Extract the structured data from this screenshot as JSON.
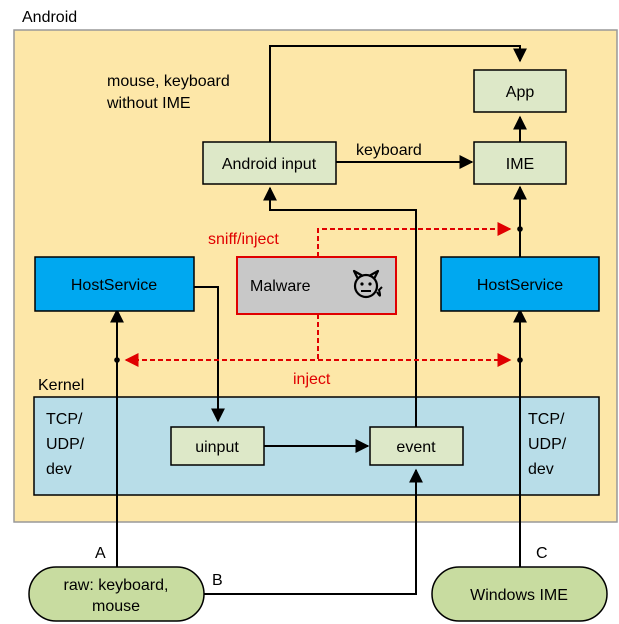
{
  "android": {
    "title": "Android"
  },
  "kernel": {
    "title": "Kernel",
    "left_stack": [
      "TCP/",
      "UDP/",
      "dev"
    ],
    "right_stack": [
      "TCP/",
      "UDP/",
      "dev"
    ]
  },
  "nodes": {
    "app": "App",
    "ime": "IME",
    "android_input": "Android input",
    "host_service_left": "HostService",
    "host_service_right": "HostService",
    "malware": "Malware",
    "uinput": "uinput",
    "event": "event",
    "raw_input": [
      "raw: keyboard,",
      "mouse"
    ],
    "windows_ime": "Windows IME"
  },
  "edge_labels": {
    "mouse_kbd": [
      "mouse, keyboard",
      "without IME"
    ],
    "keyboard": "keyboard",
    "sniff": "sniff/inject",
    "inject": "inject",
    "path_a": "A",
    "path_b": "B",
    "path_c": "C"
  },
  "icons": {
    "malware": "devil-face-icon"
  },
  "colors": {
    "android_bg": "#fde7a8",
    "kernel_bg": "#b8dde8",
    "node_green": "#dde8c8",
    "host_blue": "#00a8f0",
    "malware_gray": "#c8c8c8",
    "malware_border": "#e00000",
    "raw_green": "#c8dca0",
    "attack_red": "#e00000"
  }
}
